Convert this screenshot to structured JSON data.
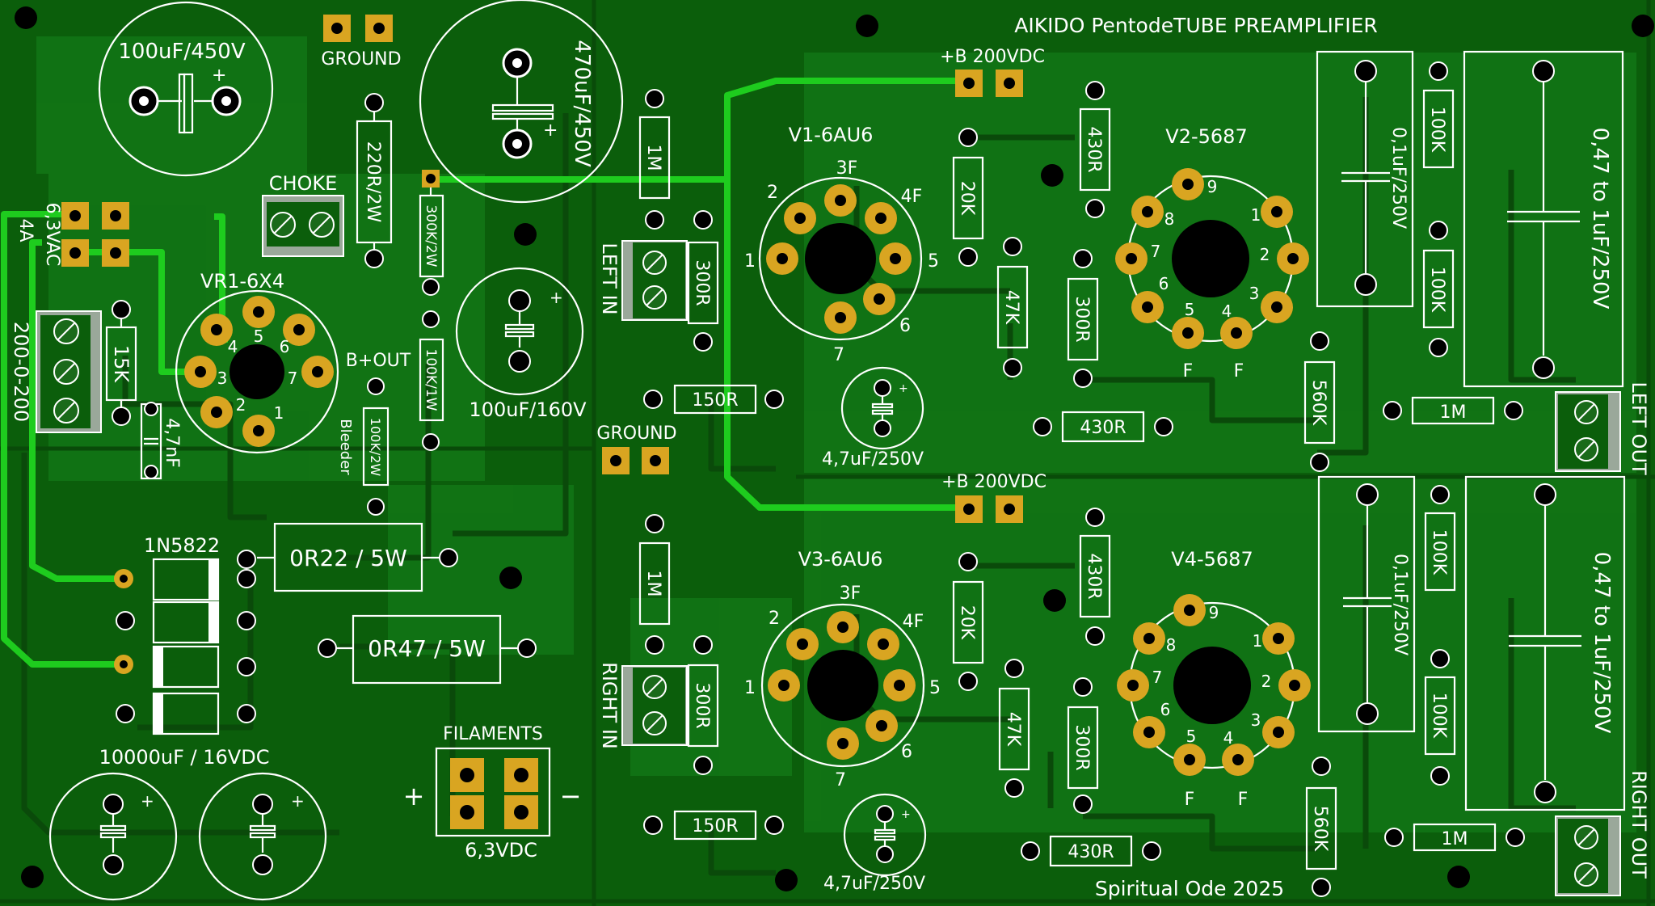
{
  "title": "AIKIDO PentodeTUBE PREAMPLIFIER",
  "credit": "Spiritual Ode 2025",
  "colors": {
    "board": "#0b5e0b",
    "board_dark": "#094f09",
    "pour": "#12751a",
    "trace_bright": "#1ecc1e",
    "trace_dark": "#0a4a0a",
    "pad": "#d9a521",
    "silk": "#ffffff",
    "hole": "#000000"
  },
  "labels": {
    "cap_main": "100uF/450V",
    "cap_big": "470uF/450V",
    "cap_mid": "100uF/160V",
    "ground_top": "GROUND",
    "ground_mid": "GROUND",
    "choke": "CHOKE",
    "res_220r": "220R/2W",
    "res_300k": "300K/2W",
    "res_100k1w": "100K/1W",
    "res_100k2w": "100K/2W",
    "bleeder": "Bleeder",
    "b_out": "B+OUT",
    "vr1": "VR1-6X4",
    "ac_63": "6,3VAC",
    "ac_4a": "4A",
    "ac_200": "200-0-200",
    "res_15k": "15K",
    "cap_47nf": "4,7nF",
    "diode": "1N5822",
    "res_0r22": "0R22 / 5W",
    "res_0r47": "0R47 / 5W",
    "filaments": "FILAMENTS",
    "fil_dc": "6,3VDC",
    "fil_plus": "+",
    "fil_minus": "−",
    "cap_10000": "10000uF / 16VDC",
    "left_in": "LEFT IN",
    "right_in": "RIGHT IN",
    "left_out": "LEFT OUT",
    "right_out": "RIGHT OUT",
    "b200_top": "+B 200VDC",
    "b200_bottom": "+B 200VDC",
    "v1": "V1-6AU6",
    "v2": "V2-5687",
    "v3": "V3-6AU6",
    "v4": "V4-5687",
    "r_1m": "1M",
    "r_300r": "300R",
    "r_150r": "150R",
    "r_20k": "20K",
    "r_47k": "47K",
    "r_430r": "430R",
    "r_560k": "560K",
    "r_100k": "100K",
    "c_47uf": "4,7uF/250V",
    "c_01uf": "0,1uF/250V",
    "c_047": "0,47 to 1uF/250V"
  },
  "pins": {
    "au6": [
      "1",
      "2",
      "3F",
      "4F",
      "5",
      "6",
      "7"
    ],
    "p5687": [
      "1",
      "2",
      "3",
      "4",
      "5",
      "6",
      "7",
      "8",
      "9"
    ],
    "p5687_f": [
      "F",
      "F"
    ],
    "x4": [
      "1",
      "2",
      "3",
      "4",
      "5",
      "6",
      "7"
    ]
  },
  "icons": [
    "mounting-hole-icon",
    "tube-socket-icon",
    "capacitor-icon",
    "resistor-icon",
    "diode-icon",
    "terminal-block-icon",
    "solder-pad-icon"
  ]
}
